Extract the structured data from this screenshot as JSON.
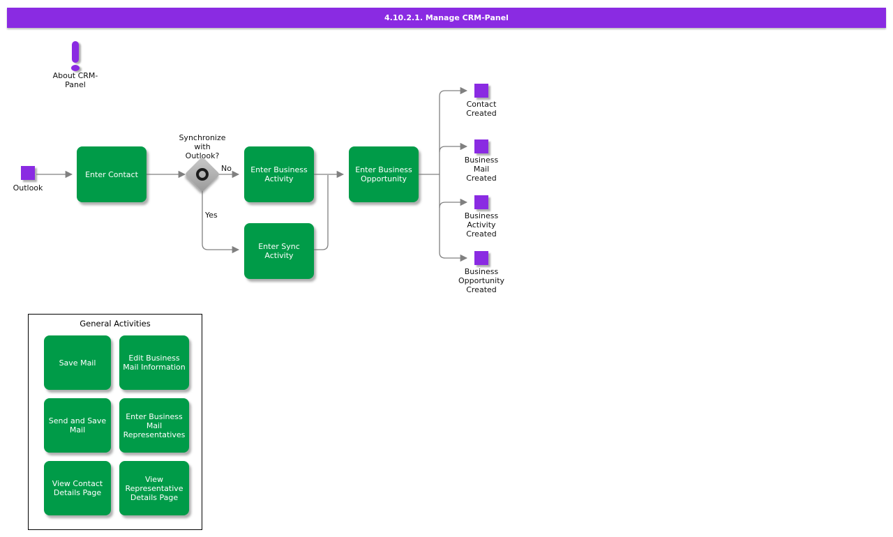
{
  "header": {
    "title": "4.10.2.1. Manage CRM-Panel"
  },
  "colors": {
    "title_bar_purple": "#8A2BE2",
    "event_purple": "#8A2BE2",
    "activity_green": "#009B48",
    "connector_gray": "#808080",
    "gateway_gray": "#ABABAB"
  },
  "about_note": {
    "label": "About CRM-Panel"
  },
  "flow": {
    "start_event": {
      "label": "Outlook"
    },
    "enter_contact": {
      "label": "Enter Contact"
    },
    "decision": {
      "question": "Synchronize with Outlook?",
      "no_label": "No",
      "yes_label": "Yes"
    },
    "enter_business_activity": {
      "label": "Enter Business Activity"
    },
    "enter_sync_activity": {
      "label": "Enter Sync Activity"
    },
    "enter_business_opportunity": {
      "label": "Enter Business Opportunity"
    },
    "end_events": [
      {
        "label": "Contact Created"
      },
      {
        "label": "Business Mail Created"
      },
      {
        "label": "Business Activity Created"
      },
      {
        "label": "Business Opportunity Created"
      }
    ]
  },
  "general_activities": {
    "title": "General Activities",
    "buttons": [
      {
        "label": "Save Mail"
      },
      {
        "label": "Edit Business Mail Information"
      },
      {
        "label": "Send and Save Mail"
      },
      {
        "label": "Enter Business Mail Representatives"
      },
      {
        "label": "View Contact Details Page"
      },
      {
        "label": "View Representative Details Page"
      }
    ]
  }
}
